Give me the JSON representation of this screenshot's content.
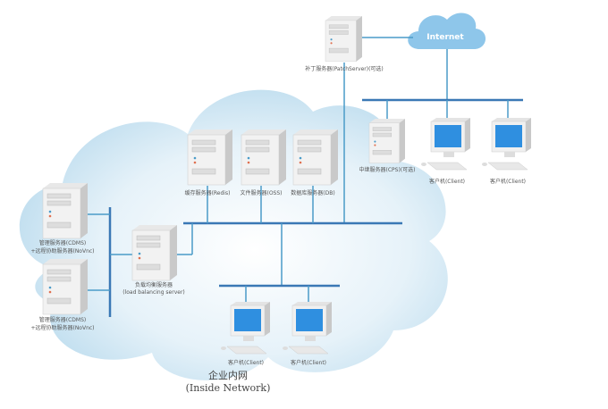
{
  "internet": {
    "label": "Internet"
  },
  "network": {
    "title": "企业内网",
    "subtitle": "(Inside Network)"
  },
  "patch_server": {
    "label": "补丁服务器(PatchServer)(可选)"
  },
  "relay_server": {
    "label": "中继服务器(CPS)(可选)"
  },
  "top_clients": [
    {
      "label": "客户机(Client)"
    },
    {
      "label": "客户机(Client)"
    }
  ],
  "core_servers": [
    {
      "label": "缓存服务器(Redis)"
    },
    {
      "label": "文件服务器(OSS)"
    },
    {
      "label": "数据库服务器(DB)"
    }
  ],
  "mgmt_servers": [
    {
      "line1": "管理服务器(CDMS)",
      "line2": "+远程协助服务器(NoVnc)"
    },
    {
      "line1": "管理服务器(CDMS)",
      "line2": "+远程协助服务器(NoVnc)"
    }
  ],
  "lb_server": {
    "line1": "负载均衡服务器",
    "line2": "(load balancing server)"
  },
  "bottom_clients": [
    {
      "label": "客户机(Client)"
    },
    {
      "label": "客户机(Client)"
    }
  ],
  "colors": {
    "cloud": "#cfe6f3",
    "internet_cloud": "#8ec6ea",
    "bus": "#3a78b5",
    "screen": "#2f8fe0"
  }
}
